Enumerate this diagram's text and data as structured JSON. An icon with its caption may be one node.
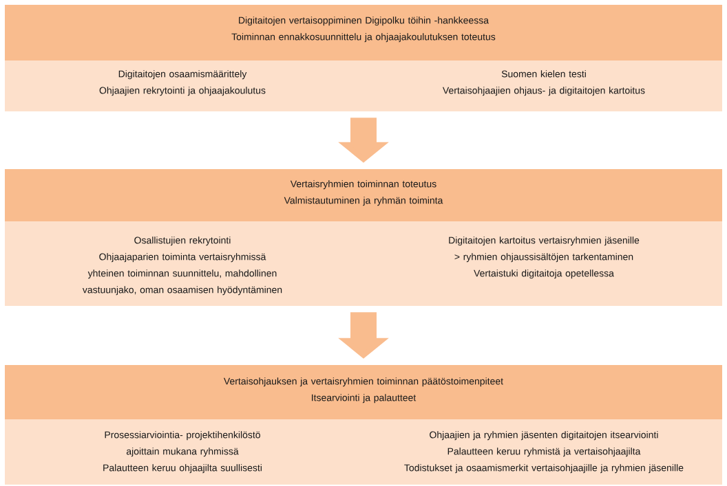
{
  "diagram": {
    "nodes": [
      {
        "text": [
          "Digitaitojen vertaisoppiminen Digipolku töihin -hankkeessa",
          "Toiminnan ennakkosuunnittelu ja ohjaajakoulutuksen toteutus"
        ]
      },
      {
        "text": [
          "Digitaitojen osaamismäärittely",
          "Ohjaajien rekrytointi ja ohjaajakoulutus",
          "Suomen kielen testi",
          "Vertaisohjaajien ohjaus- ja digitaitojen kartoitus"
        ]
      },
      {
        "text": [
          "Vertaisryhmien toiminnan toteutus",
          "Valmistautuminen ja ryhmän toiminta"
        ]
      },
      {
        "text": [
          "Osallistujien rekrytointi",
          "Ohjaajaparien toiminta vertaisryhmissä",
          "yhteinen toiminnan suunnittelu, mahdollinen vastuunjako, oman osaamisen hyödyntäminen",
          "Digitaitojen kartoitus vertaisryhmien jäsenille > ryhmien ohjaussisältöjen tarkentaminen",
          "Vertaistuki digitaitoja opetellessa"
        ]
      },
      {
        "text": [
          "Vertaisohjauksen ja vertaisryhmien toiminnan päätöstoimenpiteet",
          "Itsearviointi ja palautteet"
        ]
      },
      {
        "text": [
          "Prosessiarviointia- projektihenkilöstö ajoittain mukana ryhmissä",
          "Palautteen keruu ohjaajilta suullisesti",
          "Ohjaajien ja ryhmien jäsenten digitaitojen itsearviointi",
          "Palautteen keruu ryhmistä ja vertaisohjaajilta",
          "Todistukset ja osaamismerkit vertaisohjaajille ja ryhmien jäsenille"
        ]
      }
    ],
    "edges": [
      {
        "from": 1,
        "to": 2,
        "arrow": "to"
      },
      {
        "from": 3,
        "to": 4,
        "arrow": "to"
      }
    ]
  }
}
